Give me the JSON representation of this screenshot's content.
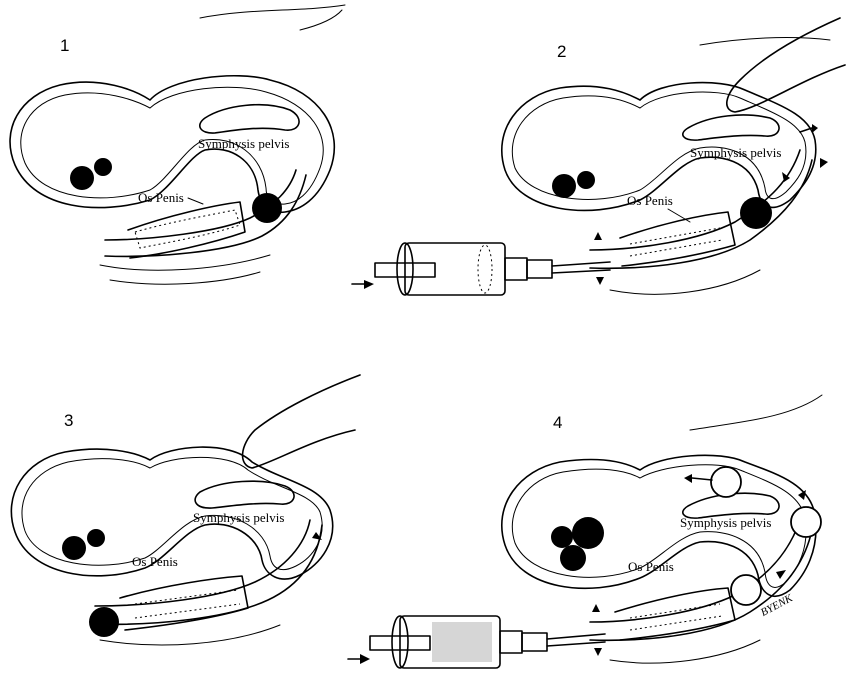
{
  "panels": [
    {
      "number": "1",
      "symphysis_label": "Symphysis pelvis",
      "os_penis_label": "Os Penis"
    },
    {
      "number": "2",
      "symphysis_label": "Symphysis pelvis",
      "os_penis_label": "Os Penis"
    },
    {
      "number": "3",
      "symphysis_label": "Symphysis pelvis",
      "os_penis_label": "Os Penis"
    },
    {
      "number": "4",
      "symphysis_label": "Symphysis pelvis",
      "os_penis_label": "Os Penis"
    }
  ],
  "artist_signature": "BYENK"
}
